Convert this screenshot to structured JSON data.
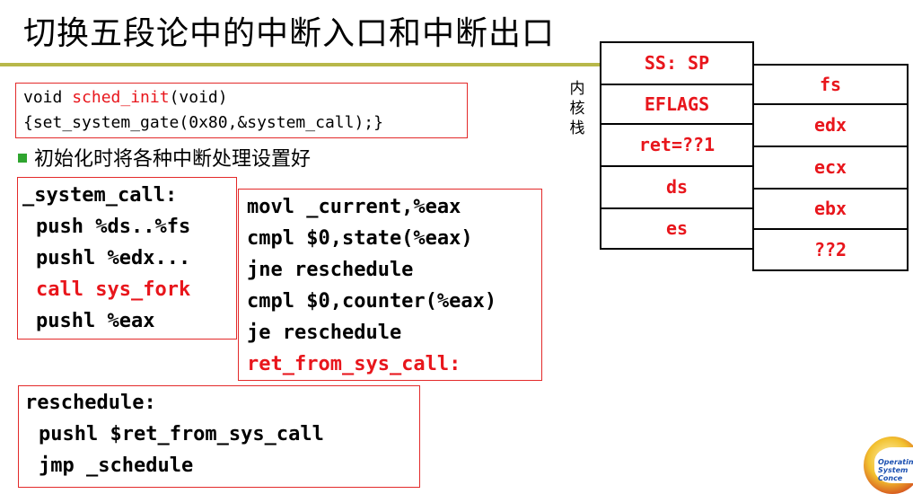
{
  "title": "切换五段论中的中断入口和中断出口",
  "sched_init": {
    "line1_prefix": "void ",
    "line1_func": "sched_init",
    "line1_suffix": "(void)",
    "line2": "{set_system_gate(0x80,&system_call);}"
  },
  "bullet_text": "初始化时将各种中断处理设置好",
  "system_call_block": {
    "lines": [
      "_system_call:",
      "push %ds..%fs",
      "pushl %edx...",
      "call sys_fork",
      "pushl %eax"
    ]
  },
  "check_block": {
    "lines": [
      "movl _current,%eax",
      "cmpl $0,state(%eax)",
      "jne reschedule",
      "cmpl $0,counter(%eax)",
      "je reschedule",
      "ret_from_sys_call:"
    ]
  },
  "reschedule_block": {
    "lines": [
      "reschedule:",
      "pushl $ret_from_sys_call",
      "jmp _schedule"
    ]
  },
  "stack_label": "内核栈",
  "stack_left": [
    "SS: SP",
    "EFLAGS",
    "ret=??1",
    "ds",
    "es"
  ],
  "stack_right": [
    "fs",
    "edx",
    "ecx",
    "ebx",
    "??2"
  ],
  "logo_text": "Operating\nSystem\nConce",
  "colors": {
    "accent_red": "#e8161c",
    "box_border": "#e32a2a",
    "rule_olive": "#b8b84a",
    "bullet_green": "#2fa52f"
  }
}
